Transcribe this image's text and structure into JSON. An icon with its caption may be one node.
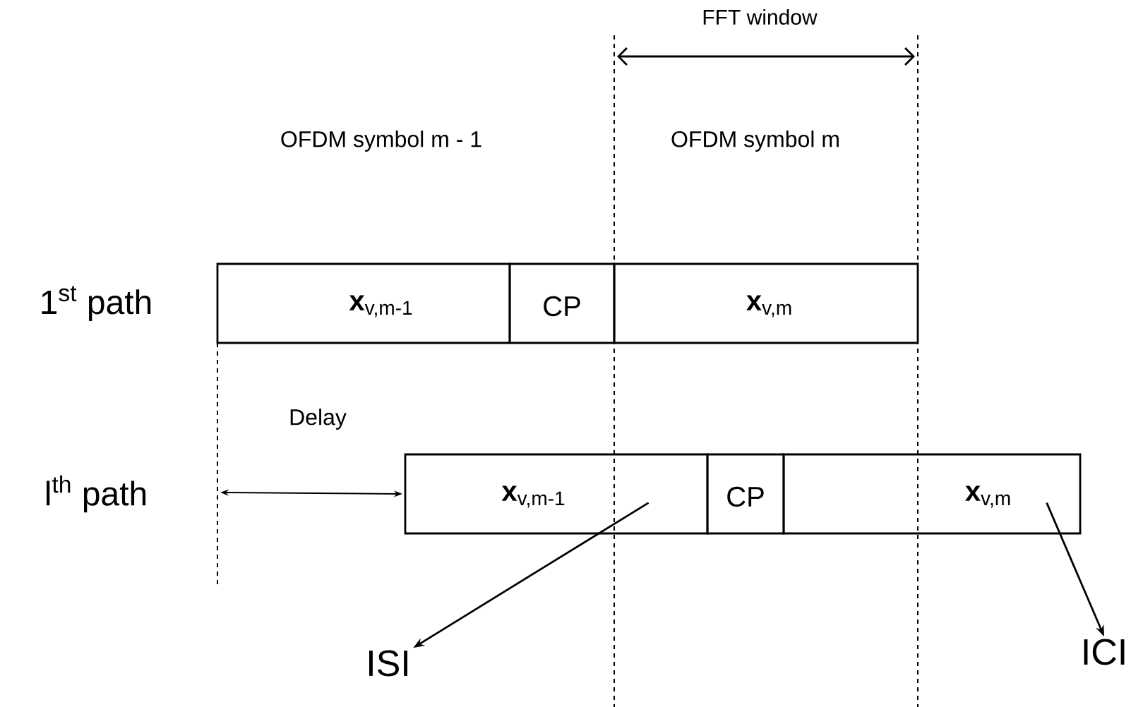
{
  "diagram": {
    "nodes": [
      {
        "text": [
          "**x**$_{v,m-1}$"
        ]
      },
      {
        "text": [
          "CP"
        ]
      },
      {
        "text": [
          "**x**$_{v,m}$"
        ]
      },
      {
        "text": [
          "**x**$_{v,m-1}$"
        ]
      },
      {
        "text": [
          "CP"
        ]
      },
      {
        "text": [
          "**x**$_{v,m}$"
        ]
      },
      {
        "text": [
          "ISI"
        ]
      },
      {
        "text": [
          "ICI"
        ]
      }
    ],
    "edges": [
      {
        "from": 3,
        "to": 6,
        "arrow": "to"
      },
      {
        "from": 5,
        "to": 7,
        "arrow": "to"
      }
    ],
    "labels": [
      "FFT window",
      "OFDM symbol m - 1",
      "OFDM symbol m",
      "1$^{st}$ path",
      "Delay",
      "l$^{th}$ path"
    ]
  }
}
